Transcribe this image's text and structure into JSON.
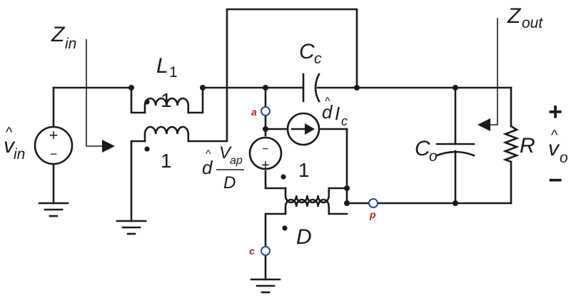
{
  "labels": {
    "zin_main": "Z",
    "zin_sub": "in",
    "zout_main": "Z",
    "zout_sub": "out",
    "l1_main": "L",
    "l1_sub": "1",
    "cc_main": "C",
    "cc_sub": "c",
    "co_main": "C",
    "co_sub": "o",
    "r": "R",
    "vin_main": "v",
    "vin_sub": "in",
    "vo_main": "v",
    "vo_sub": "o",
    "hat": "^",
    "plus": "+",
    "minus": "−",
    "turn_top": "1",
    "turn_bottom": "1",
    "turn_middle": "1",
    "turn_d": "D",
    "dic_d": "d",
    "dic_i": "I",
    "dic_sub": "c",
    "dvap_d": "d",
    "dvap_v": "V",
    "dvap_sub": "ap",
    "dvap_den": "D",
    "node_a": "a",
    "node_p": "p",
    "node_c": "c"
  },
  "colors": {
    "wire": "#1a1a1a",
    "node_label": "#b22222",
    "terminal": "#2b4a8a"
  }
}
